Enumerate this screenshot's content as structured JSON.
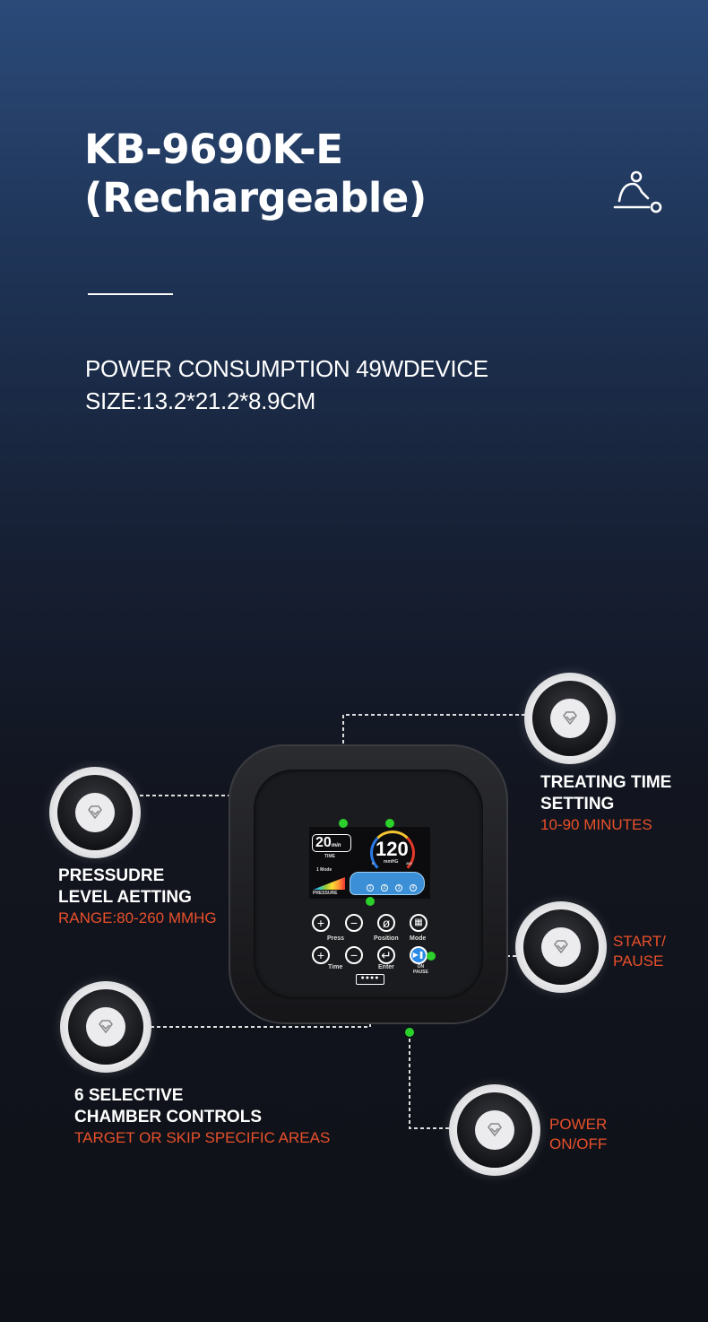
{
  "header": {
    "title_line1": "KB-9690K-E",
    "title_line2": "(Rechargeable)",
    "icon": "massage-person-icon"
  },
  "specs": {
    "line1": "POWER CONSUMPTION 49WDEVICE",
    "line2": "SIZE:13.2*21.2*8.9CM"
  },
  "callouts": {
    "treating_time": {
      "title1": "TREATING TIME",
      "title2": "SETTING",
      "sub": "10-90 MINUTES"
    },
    "pressure": {
      "title1": "PRESSUDRE",
      "title2": "LEVEL AETTING",
      "sub": "RANGE:80-260 MMHG"
    },
    "start": {
      "line1": "START/",
      "line2": "PAUSE"
    },
    "chambers": {
      "title1": "6 SELECTIVE",
      "title2": "CHAMBER CONTROLS",
      "sub": "TARGET OR SKIP SPECIFIC AREAS"
    },
    "power": {
      "line1": "POWER",
      "line2": "ON/OFF"
    }
  },
  "device": {
    "time_value": "20",
    "time_unit": "min",
    "time_label": "TIME",
    "pressure_value": "120",
    "pressure_unit": "mmHG",
    "gauge_min": "0",
    "gauge_max": "260",
    "mode_label": "Mode",
    "mode_num": "1",
    "pressure_label": "PRESSURE",
    "chambers": [
      "1",
      "2",
      "3",
      "4"
    ],
    "buttons": {
      "press": "Press",
      "position": "Position",
      "mode": "Mode",
      "time": "Time",
      "enter": "Enter",
      "on": "ON",
      "pause": "PAUSE"
    }
  },
  "colors": {
    "accent": "#e8502a",
    "dot": "#2bd02b"
  }
}
